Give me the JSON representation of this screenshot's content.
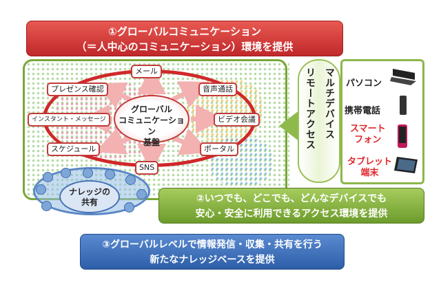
{
  "banners": {
    "red": [
      "①グローバルコミュニケーション",
      "（＝人中心のコミュニケーション）環境を提供"
    ],
    "green": [
      "②いつでも、どこでも、どんなデバイスでも",
      "安心・安全に利用できるアクセス環境を提供"
    ],
    "blue": [
      "③グローバルレベルで情報発信・収集・共有を行う",
      "新たなナレッジベースを提供"
    ]
  },
  "hub": [
    "グローバル",
    "コミュニケーション",
    "基盤"
  ],
  "nodes": {
    "mail": "メール",
    "presence": "プレゼンス確認",
    "voice": "音声通話",
    "instant": "インスタント・メッセージ",
    "video": "ビデオ会議",
    "schedule": "スケジュール",
    "portal": "ポータル",
    "sns": "SNS"
  },
  "knowledge": [
    "ナレッジの",
    "共有"
  ],
  "multi_device": [
    "マルチデバイス",
    "リモートアクセス"
  ],
  "devices": {
    "pc": "パソコン",
    "mobile": "携帯電話",
    "smartphone": [
      "スマート",
      "フォン"
    ],
    "tablet": [
      "タブレット",
      "端末"
    ]
  },
  "colors": {
    "red": "#c0282a",
    "green": "#7aa637",
    "blue": "#2d5ea8",
    "accent_red_text": "#e0262a"
  }
}
